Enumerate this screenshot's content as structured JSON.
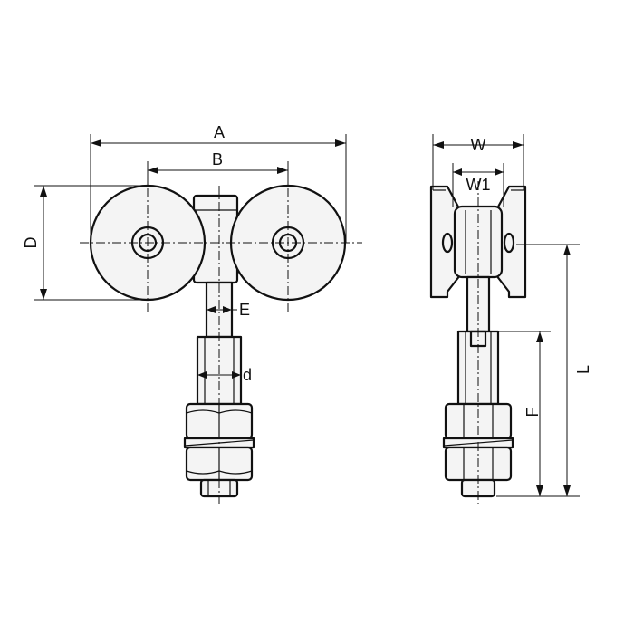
{
  "dimensions": {
    "A": "A",
    "B": "B",
    "D": "D",
    "E": "E",
    "d": "d",
    "W": "W",
    "W1": "W1",
    "F": "F",
    "L": "L"
  }
}
